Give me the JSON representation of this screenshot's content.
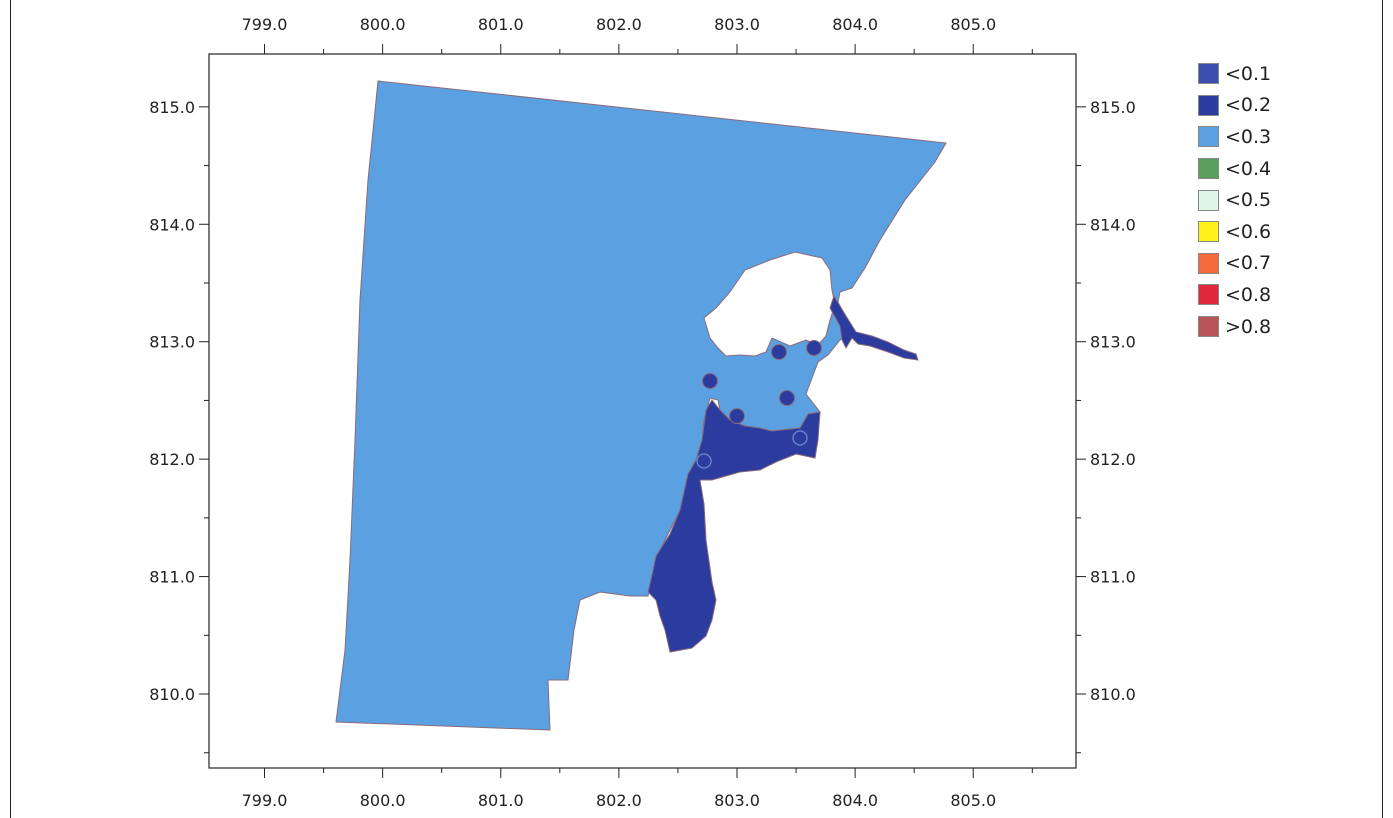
{
  "map": {
    "x_ticks": [
      "799.0",
      "800.0",
      "801.0",
      "802.0",
      "803.0",
      "804.0",
      "805.0"
    ],
    "y_ticks": [
      "815.0",
      "814.0",
      "813.0",
      "812.0",
      "811.0",
      "810.0"
    ],
    "x_range": [
      798.53,
      805.87
    ],
    "y_range": [
      809.37,
      815.45
    ]
  },
  "legend": {
    "items": [
      {
        "label": "<0.1",
        "color": "#3a4fae"
      },
      {
        "label": "<0.2",
        "color": "#2b3c9e"
      },
      {
        "label": "<0.3",
        "color": "#5ba1e2"
      },
      {
        "label": "<0.4",
        "color": "#5aa05a"
      },
      {
        "label": "<0.5",
        "color": "#dff5e6"
      },
      {
        "label": "<0.6",
        "color": "#fff21a"
      },
      {
        "label": "<0.7",
        "color": "#f26a3a"
      },
      {
        "label": "<0.8",
        "color": "#e0283a"
      },
      {
        "label": ">0.8",
        "color": "#b85458"
      }
    ]
  },
  "colors": {
    "light_zone": "#5ba1e2",
    "dark_zone": "#2b3c9e",
    "outline": "#8a6a7a"
  }
}
